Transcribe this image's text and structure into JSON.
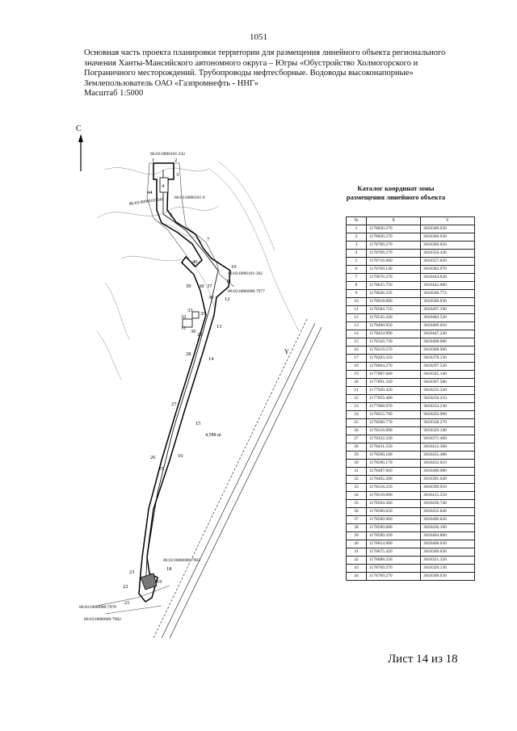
{
  "page_number": "1051",
  "header": {
    "title": "Основная часть проекта планировки территории для размещения линейного объекта регионального значения Ханты-Мансийского автономного округа – Югры «Обустройство Холмогорского и Пограничного месторождений. Трубопроводы нефтесборные. Водоводы высоконапорные»",
    "land_user": "Землепользователь ОАО «Газпромнефть - ННГ»",
    "scale": "Масштаб 1:5000"
  },
  "map": {
    "north_label": "С",
    "parcels": [
      "86:03:0090101:232",
      "86:03:0090101:9",
      "86:03:0090101:544",
      "86:03:0090101:302",
      "86:03:0000000:7977",
      "86:03:0000000:7983",
      "86:03:0000000:7978",
      "86:03:0000000:7982"
    ],
    "distance_label": "4,588 m",
    "zone_marker": "Y",
    "point_labels": {
      "p1": "1",
      "p2": "2",
      "p3": "3",
      "p4": "4",
      "p5": "5",
      "p7": "7",
      "p10": "10",
      "p11": "11",
      "p12": "12",
      "p13": "13",
      "p14": "14",
      "p15": "15",
      "p16": "16",
      "p18": "18",
      "p19": "19",
      "p21": "21",
      "p22": "22",
      "p23": "23",
      "p25": "25",
      "p26": "26",
      "p27": "27",
      "p28": "28",
      "p29": "29",
      "p30": "30",
      "p31": "31",
      "p32": "32",
      "p33": "33",
      "p35": "35",
      "p36": "36",
      "p37": "37",
      "p38": "38",
      "p39": "39",
      "p40": "40",
      "p44": "44"
    }
  },
  "catalog": {
    "title_line1": "Каталог координат зоны",
    "title_line2": "размещения линейного объекта",
    "columns": [
      "№",
      "X",
      "Y"
    ],
    "rows": [
      [
        "1",
        "1178820.270",
        "3618309.030"
      ],
      [
        "2",
        "1178820.270",
        "3618360.930"
      ],
      [
        "3",
        "1178769.270",
        "3618360.650"
      ],
      [
        "4",
        "1178769.270",
        "3618356.436"
      ],
      [
        "5",
        "1178716.060",
        "3618357.020"
      ],
      [
        "6",
        "1178709.140",
        "3618382.970"
      ],
      [
        "7",
        "1178676.270",
        "3618444.620"
      ],
      [
        "8",
        "1178625.750",
        "3618442.660"
      ],
      [
        "9",
        "1178626.335",
        "3618506.774"
      ],
      [
        "10",
        "1178618.000",
        "3618500.030"
      ],
      [
        "11",
        "1178584.710",
        "3618497.190"
      ],
      [
        "12",
        "1178545.430",
        "3618483.520"
      ],
      [
        "13",
        "1178490.950",
        "3618469.610"
      ],
      [
        "14",
        "1178424.990",
        "3618447.230"
      ],
      [
        "15",
        "1178320.730",
        "3618408.680"
      ],
      [
        "16",
        "1178219.570",
        "3618368.960"
      ],
      [
        "17",
        "1178203.310",
        "3618378.120"
      ],
      [
        "18",
        "1178004.270",
        "3618297.520"
      ],
      [
        "19",
        "1177987.600",
        "3618345.140"
      ],
      [
        "20",
        "1177891.320",
        "3618307.580"
      ],
      [
        "21",
        "1177920.420",
        "3618235.320"
      ],
      [
        "22",
        "1177959.480",
        "3618256.210"
      ],
      [
        "23",
        "1177968.970",
        "3618254.230"
      ],
      [
        "24",
        "1178015.790",
        "3618262.900"
      ],
      [
        "25",
        "1178200.770",
        "3618338.270"
      ],
      [
        "26",
        "1178216.890",
        "3618329.140"
      ],
      [
        "27",
        "1178322.220",
        "3618371.460"
      ],
      [
        "28",
        "1178431.550",
        "3618412.360"
      ],
      [
        "29",
        "1178500.180",
        "3618435.480"
      ],
      [
        "30",
        "1178506.170",
        "3618432.610"
      ],
      [
        "31",
        "1178487.660",
        "3618406.980"
      ],
      [
        "32",
        "1178492.280",
        "3618391.640"
      ],
      [
        "33",
        "1178516.210",
        "3618399.910"
      ],
      [
        "34",
        "1178510.890",
        "3618415.250"
      ],
      [
        "35",
        "1178504.360",
        "3618436.740"
      ],
      [
        "36",
        "1178560.650",
        "3618452.840"
      ],
      [
        "37",
        "1178589.960",
        "3618460.620"
      ],
      [
        "38",
        "1178589.680",
        "3618436.100"
      ],
      [
        "39",
        "1178589.320",
        "3618404.860"
      ],
      [
        "40",
        "1178654.980",
        "3618408.630"
      ],
      [
        "41",
        "1178675.420",
        "3618369.630"
      ],
      [
        "42",
        "1178688.330",
        "3618321.320"
      ],
      [
        "43",
        "1178769.270",
        "3618320.130"
      ],
      [
        "44",
        "1178769.270",
        "3618309.030"
      ]
    ]
  },
  "sheet": "Лист 14 из 18"
}
